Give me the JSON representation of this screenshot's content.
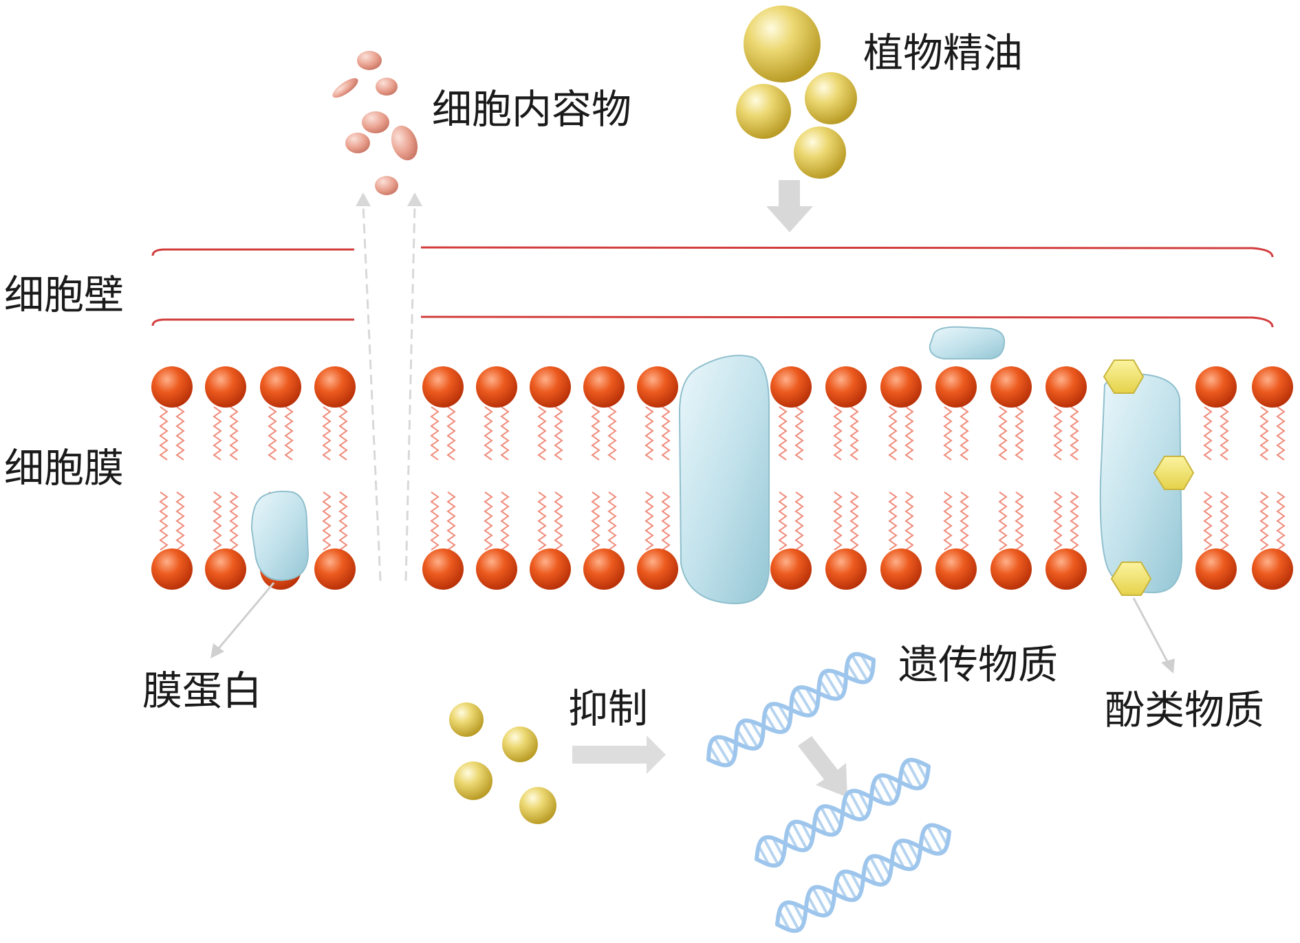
{
  "labels": {
    "cell_contents": "细胞内容物",
    "plant_essential_oil": "植物精油",
    "cell_wall": "细胞壁",
    "cell_membrane": "细胞膜",
    "membrane_protein": "膜蛋白",
    "inhibit": "抑制",
    "genetic_material": "遗传物质",
    "phenolic_substances": "酚类物质"
  },
  "colors": {
    "cell_wall_line": "#d23c3c",
    "phospholipid_head": "#e6541e",
    "lipid_tail": "#f08c7c",
    "protein": "#bfe1ea",
    "oil_droplet": "#e2c94e",
    "cell_content_particle": "#e8a090",
    "phenolic_hexagon": "#f2e36b",
    "dna": "#9ec6ec",
    "arrow": "#d8d8d8"
  },
  "icons": {
    "oil_droplet": "yellow-sphere",
    "cell_content": "pink-particle",
    "phenol": "yellow-hexagon",
    "dna": "double-helix"
  }
}
